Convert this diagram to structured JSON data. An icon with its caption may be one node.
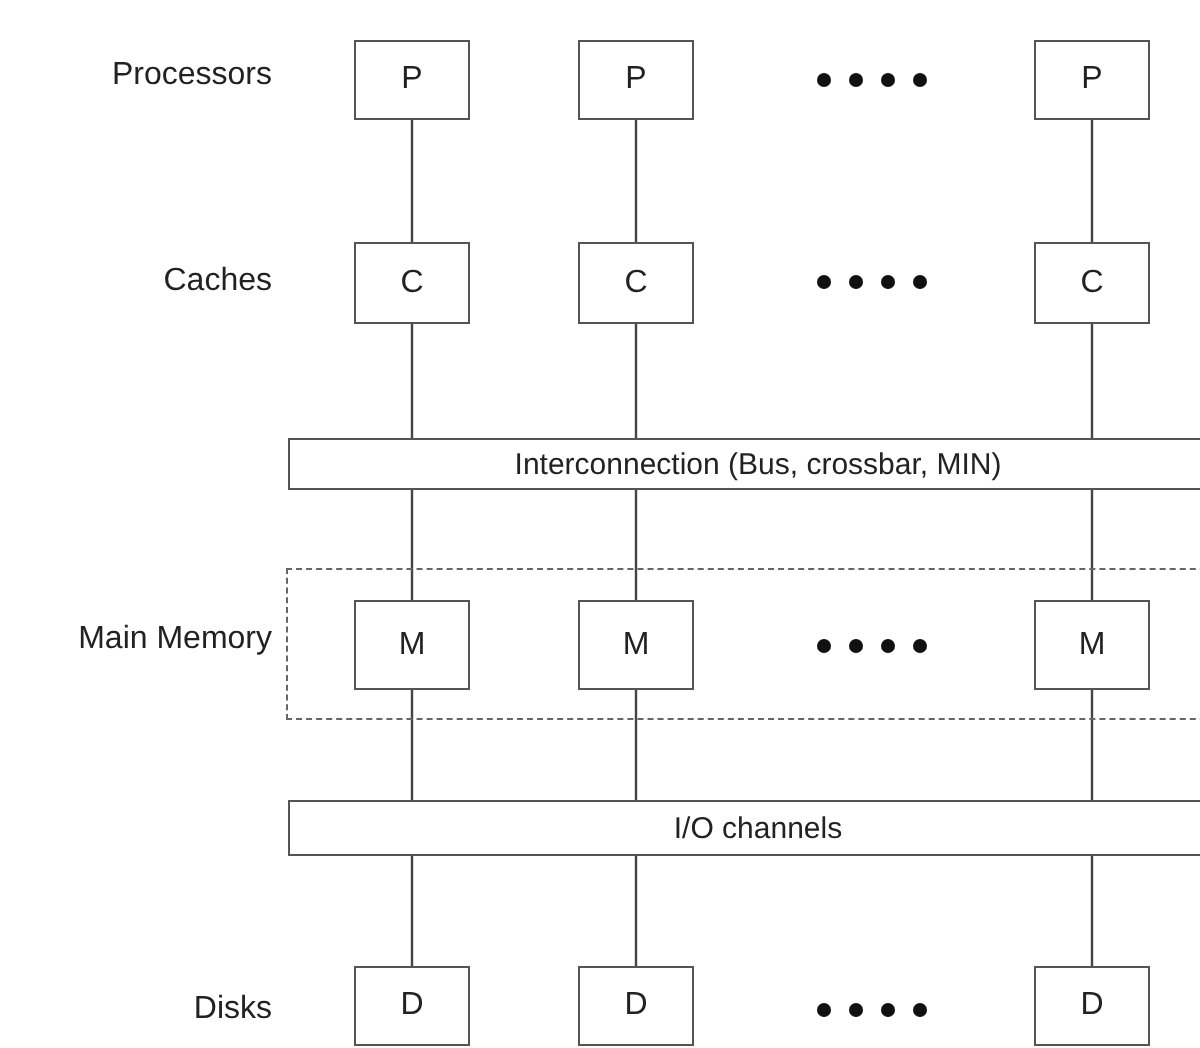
{
  "diagram": {
    "nodes": [
      {
        "text": [
          "P"
        ]
      },
      {
        "text": [
          "P"
        ]
      },
      {
        "text": [
          "P"
        ]
      },
      {
        "text": [
          "C"
        ]
      },
      {
        "text": [
          "C"
        ]
      },
      {
        "text": [
          "C"
        ]
      },
      {
        "text": [
          "Interconnection (Bus, crossbar, MIN)"
        ]
      },
      {
        "text": [
          "Main Memory"
        ]
      },
      {
        "text": [
          "M"
        ],
        "in": 7
      },
      {
        "text": [
          "M"
        ],
        "in": 7
      },
      {
        "text": [
          "M"
        ],
        "in": 7
      },
      {
        "text": [
          "I/O channels"
        ]
      },
      {
        "text": [
          "D"
        ]
      },
      {
        "text": [
          "D"
        ]
      },
      {
        "text": [
          "D"
        ]
      }
    ],
    "edges": [
      {
        "from": 0,
        "to": 3,
        "arrow": "none"
      },
      {
        "from": 1,
        "to": 4,
        "arrow": "none"
      },
      {
        "from": 2,
        "to": 5,
        "arrow": "none"
      },
      {
        "from": 3,
        "to": 6,
        "arrow": "none"
      },
      {
        "from": 4,
        "to": 6,
        "arrow": "none"
      },
      {
        "from": 5,
        "to": 6,
        "arrow": "none"
      },
      {
        "from": 6,
        "to": 8,
        "arrow": "none"
      },
      {
        "from": 6,
        "to": 9,
        "arrow": "none"
      },
      {
        "from": 6,
        "to": 10,
        "arrow": "none"
      },
      {
        "from": 8,
        "to": 11,
        "arrow": "none"
      },
      {
        "from": 9,
        "to": 11,
        "arrow": "none"
      },
      {
        "from": 10,
        "to": 11,
        "arrow": "none"
      },
      {
        "from": 11,
        "to": 12,
        "arrow": "none"
      },
      {
        "from": 11,
        "to": 13,
        "arrow": "none"
      },
      {
        "from": 11,
        "to": 14,
        "arrow": "none"
      }
    ],
    "labels": [
      "Processors",
      "Caches",
      "Disks"
    ]
  }
}
